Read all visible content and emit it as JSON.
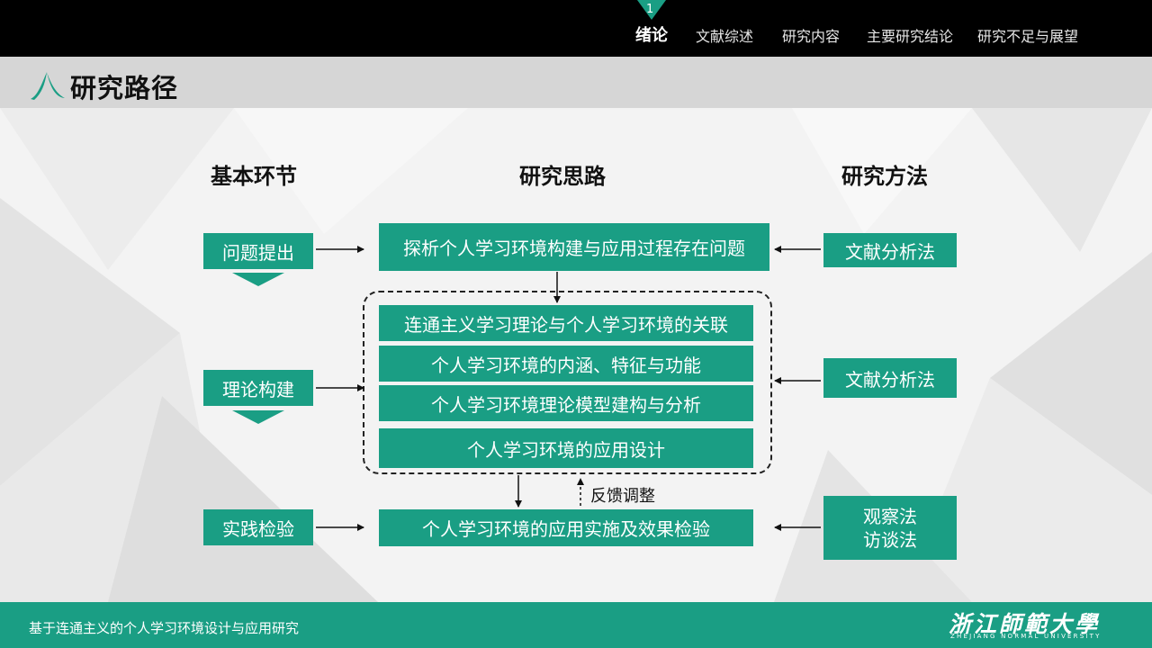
{
  "nav": {
    "current_number": "1",
    "items": [
      "绪论",
      "文献综述",
      "研究内容",
      "主要研究结论",
      "研究不足与展望"
    ]
  },
  "header": {
    "title": "研究路径"
  },
  "columns": {
    "left": "基本环节",
    "middle": "研究思路",
    "right": "研究方法"
  },
  "stages": [
    "问题提出",
    "理论构建",
    "实践检验"
  ],
  "ideas": {
    "problem": "探析个人学习环境构建与应用过程存在问题",
    "theory": [
      "连通主义学习理论与个人学习环境的关联",
      "个人学习环境的内涵、特征与功能",
      "个人学习环境理论模型建构与分析",
      "个人学习环境的应用设计"
    ],
    "practice": "个人学习环境的应用实施及效果检验",
    "feedback": "反馈调整"
  },
  "methods": [
    "文献分析法",
    "文献分析法",
    "观察法",
    "访谈法"
  ],
  "footer": {
    "subtitle": "基于连通主义的个人学习环境设计与应用研究",
    "university_cn": "浙江師範大學",
    "university_en": "ZHEJIANG NORMAL UNIVERSITY"
  },
  "colors": {
    "accent": "#1a9e84",
    "topbar": "#000000",
    "titlebar": "#d6d6d6"
  }
}
